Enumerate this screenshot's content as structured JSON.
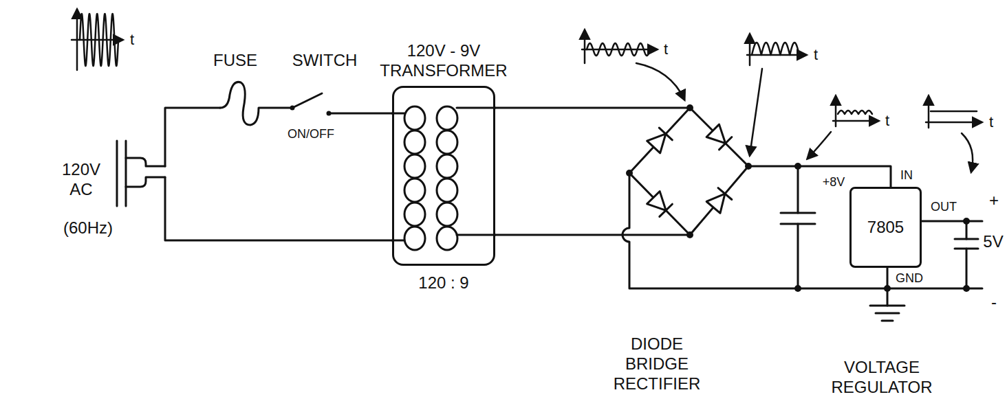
{
  "diagram": {
    "nodes": [
      {
        "text": [
          "120V - 9V TRANSFORMER",
          "120 : 9"
        ]
      },
      {
        "text": [
          "7805"
        ]
      }
    ],
    "labels": [
      "120V AC",
      "(60Hz)",
      "FUSE",
      "SWITCH",
      "ON/OFF",
      "+8V",
      "IN",
      "OUT",
      "GND",
      "+",
      "5V",
      "-",
      "DIODE BRIDGE RECTIFIER",
      "VOLTAGE REGULATOR",
      "t",
      "t",
      "t",
      "t",
      "t"
    ]
  }
}
